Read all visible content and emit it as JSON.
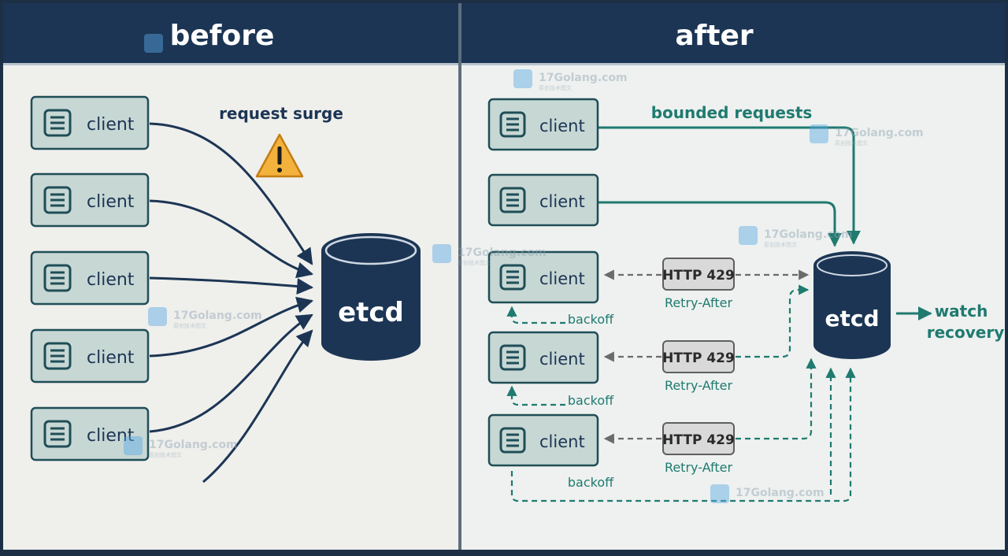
{
  "panels": {
    "before": {
      "title": "before"
    },
    "after": {
      "title": "after"
    }
  },
  "before": {
    "surge_label": "request surge",
    "warning_icon": "warning-triangle-icon",
    "client_label": "client",
    "client_icon": "document-list-icon",
    "etcd_label": "etcd"
  },
  "after": {
    "client_label": "client",
    "client_icon": "document-list-icon",
    "etcd_label": "etcd",
    "bounded_label": "bounded requests",
    "http_label": "HTTP 429",
    "retry_label": "Retry-After",
    "backoff_label": "backoff",
    "watch_label_line1": "watch",
    "watch_label_line2": "recovery"
  },
  "watermark": {
    "text": "17Golang.com",
    "subtext": "原创技术图文",
    "icon": "watermark-logo-icon"
  },
  "colors": {
    "header_bg": "#1c3554",
    "panel_bg": "#efefec",
    "client_fill": "#c7d7d4",
    "client_stroke": "#1f4e57",
    "navy": "#1c3554",
    "teal": "#1f7a70",
    "gray": "#6b6b6b",
    "warning": "#f3b23c"
  }
}
